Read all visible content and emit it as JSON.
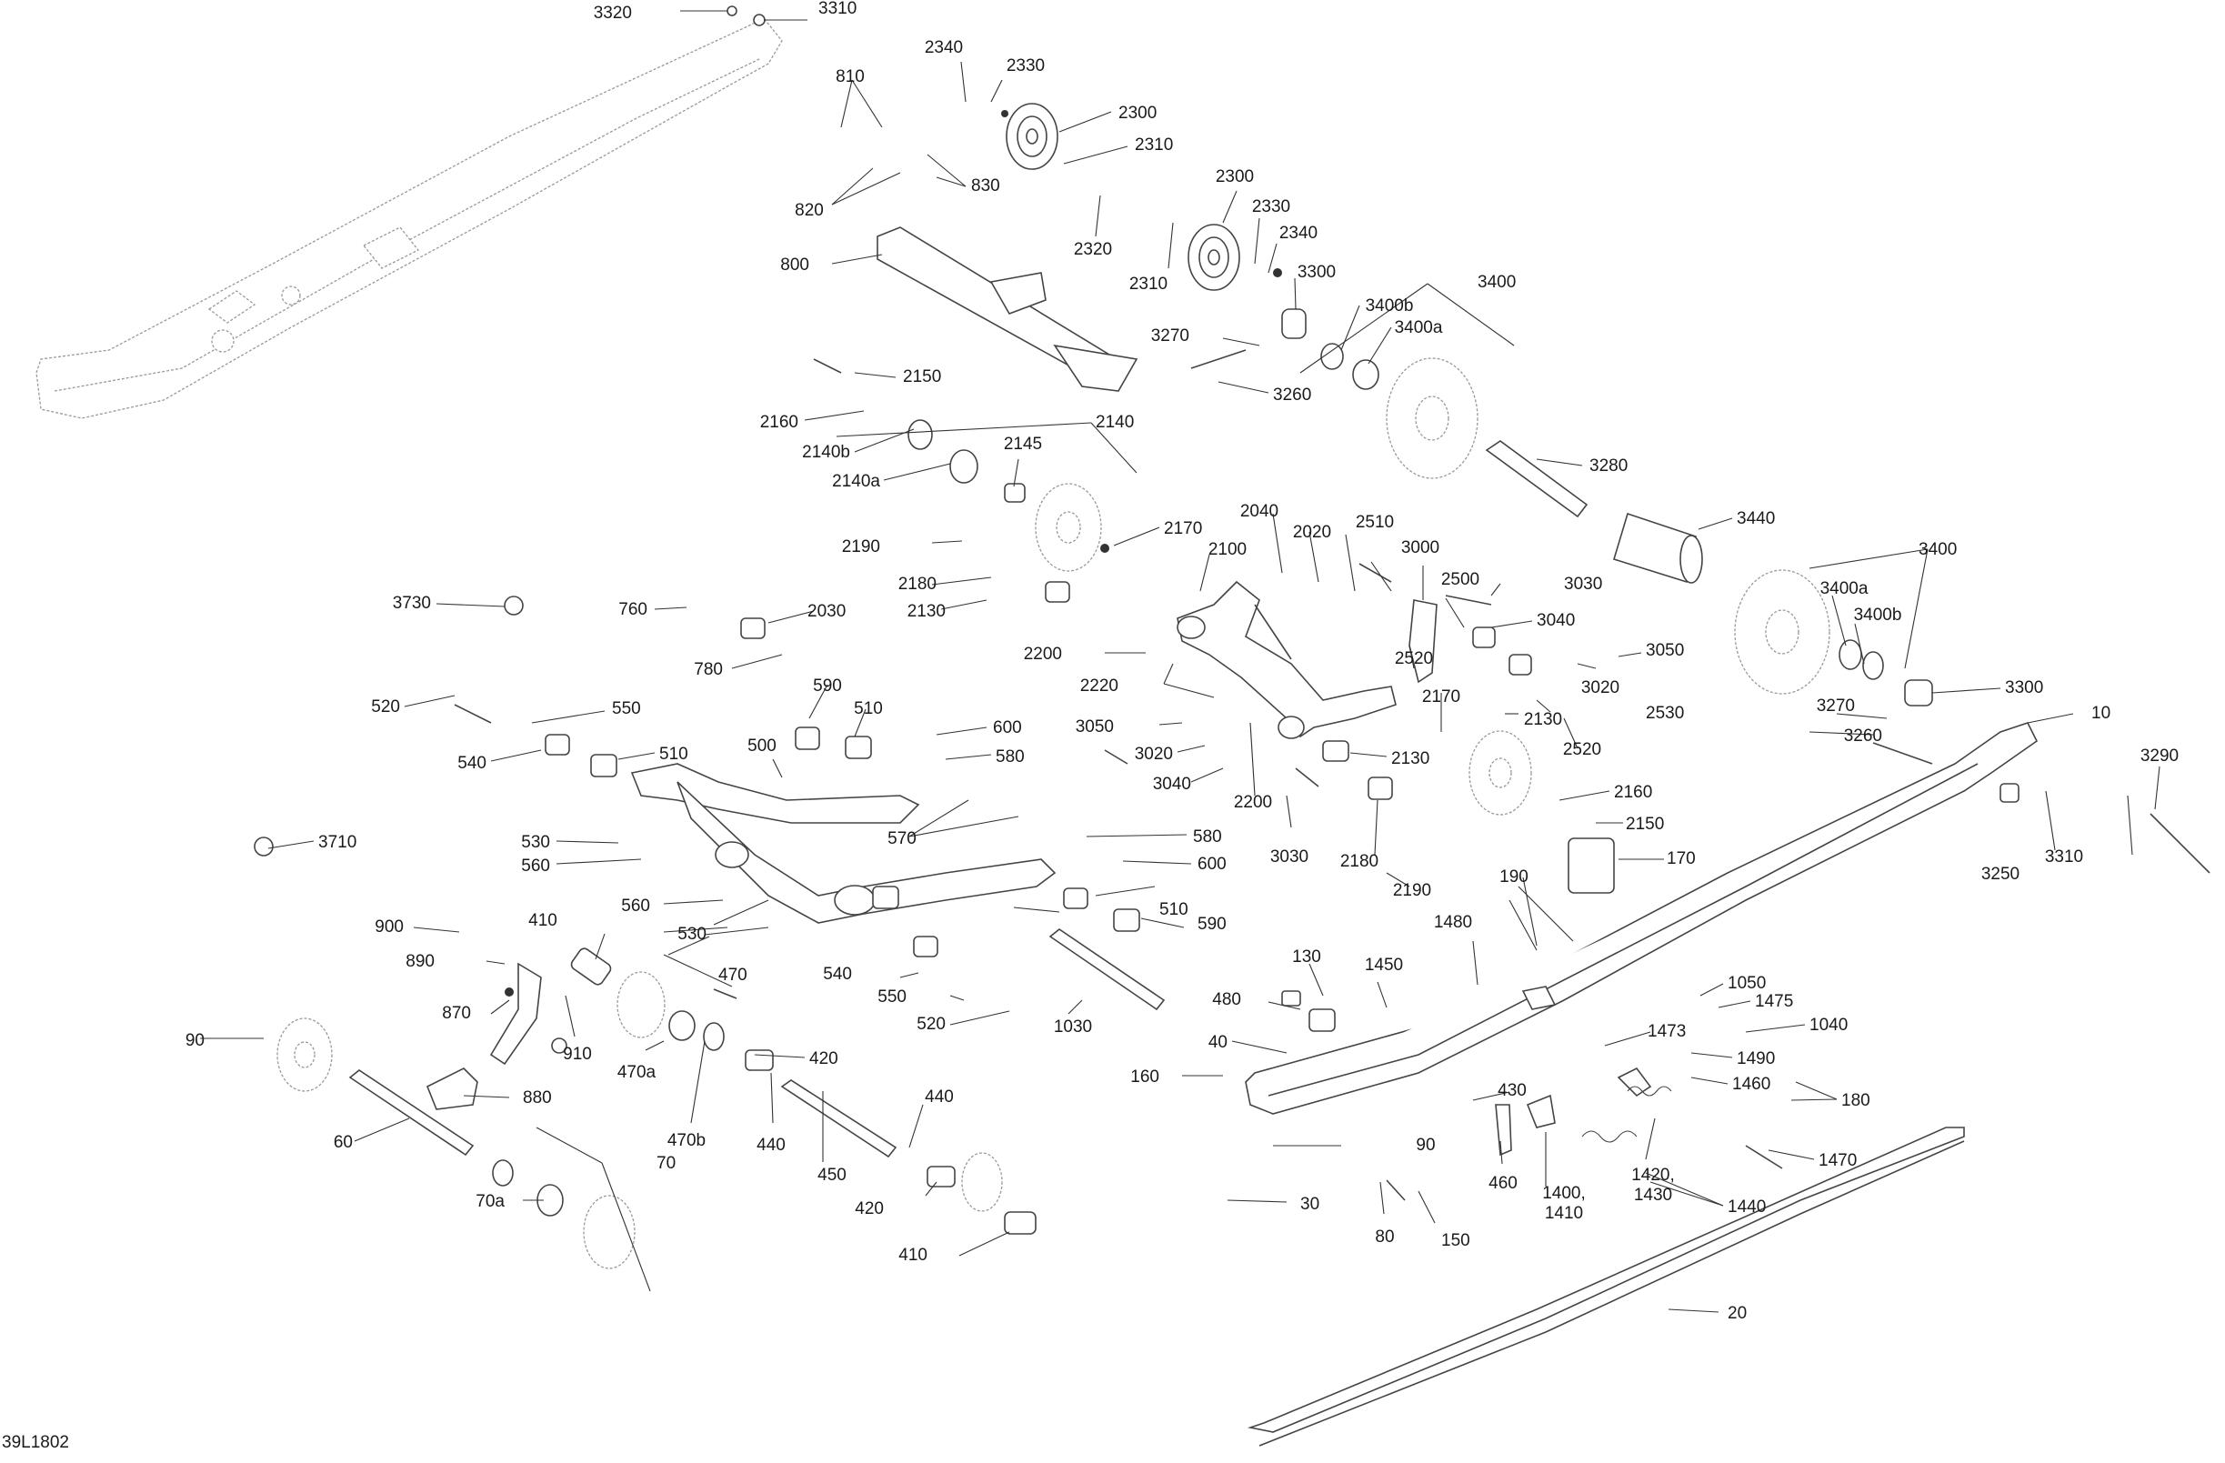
{
  "diagram_code": "39L1802",
  "callouts": [
    {
      "id": "c3320",
      "text": "3320"
    },
    {
      "id": "c3310a",
      "text": "3310"
    },
    {
      "id": "c810",
      "text": "810"
    },
    {
      "id": "c820",
      "text": "820"
    },
    {
      "id": "c830",
      "text": "830"
    },
    {
      "id": "c2340a",
      "text": "2340"
    },
    {
      "id": "c2330a",
      "text": "2330"
    },
    {
      "id": "c2300a",
      "text": "2300"
    },
    {
      "id": "c2310a",
      "text": "2310"
    },
    {
      "id": "c2320",
      "text": "2320"
    },
    {
      "id": "c2310b",
      "text": "2310"
    },
    {
      "id": "c2300b",
      "text": "2300"
    },
    {
      "id": "c2330b",
      "text": "2330"
    },
    {
      "id": "c2340b",
      "text": "2340"
    },
    {
      "id": "c3300a",
      "text": "3300"
    },
    {
      "id": "c3400a",
      "text": "3400"
    },
    {
      "id": "c3400b_a",
      "text": "3400b"
    },
    {
      "id": "c3400a_a",
      "text": "3400a"
    },
    {
      "id": "c800",
      "text": "800"
    },
    {
      "id": "c3270a",
      "text": "3270"
    },
    {
      "id": "c3260a",
      "text": "3260"
    },
    {
      "id": "c2150a",
      "text": "2150"
    },
    {
      "id": "c2160a",
      "text": "2160"
    },
    {
      "id": "c2140",
      "text": "2140"
    },
    {
      "id": "c2140b",
      "text": "2140b"
    },
    {
      "id": "c2145",
      "text": "2145"
    },
    {
      "id": "c2140a",
      "text": "2140a"
    },
    {
      "id": "c3280",
      "text": "3280"
    },
    {
      "id": "c3440",
      "text": "3440"
    },
    {
      "id": "c3400b2",
      "text": "3400"
    },
    {
      "id": "c2190a",
      "text": "2190"
    },
    {
      "id": "c2170a",
      "text": "2170"
    },
    {
      "id": "c2040",
      "text": "2040"
    },
    {
      "id": "c2020",
      "text": "2020"
    },
    {
      "id": "c2510",
      "text": "2510"
    },
    {
      "id": "c3000",
      "text": "3000"
    },
    {
      "id": "c2100",
      "text": "2100"
    },
    {
      "id": "c2180a",
      "text": "2180"
    },
    {
      "id": "c2500",
      "text": "2500"
    },
    {
      "id": "c3030a",
      "text": "3030"
    },
    {
      "id": "c3400a_b",
      "text": "3400a"
    },
    {
      "id": "c3400b_b",
      "text": "3400b"
    },
    {
      "id": "c3730",
      "text": "3730"
    },
    {
      "id": "c760",
      "text": "760"
    },
    {
      "id": "c2030",
      "text": "2030"
    },
    {
      "id": "c2130a",
      "text": "2130"
    },
    {
      "id": "c3040a",
      "text": "3040"
    },
    {
      "id": "c2520a",
      "text": "2520"
    },
    {
      "id": "c3050a",
      "text": "3050"
    },
    {
      "id": "c3020a",
      "text": "3020"
    },
    {
      "id": "c780",
      "text": "780"
    },
    {
      "id": "c2200a",
      "text": "2200"
    },
    {
      "id": "c2220",
      "text": "2220"
    },
    {
      "id": "c2530",
      "text": "2530"
    },
    {
      "id": "c3300b",
      "text": "3300"
    },
    {
      "id": "c520a",
      "text": "520"
    },
    {
      "id": "c550a",
      "text": "550"
    },
    {
      "id": "c590a",
      "text": "590"
    },
    {
      "id": "c510a",
      "text": "510"
    },
    {
      "id": "c2170b",
      "text": "2170"
    },
    {
      "id": "c2130b",
      "text": "2130"
    },
    {
      "id": "c10",
      "text": "10"
    },
    {
      "id": "c3270b",
      "text": "3270"
    },
    {
      "id": "c3290",
      "text": "3290"
    },
    {
      "id": "c540a",
      "text": "540"
    },
    {
      "id": "c510b",
      "text": "510"
    },
    {
      "id": "c500",
      "text": "500"
    },
    {
      "id": "c600a",
      "text": "600"
    },
    {
      "id": "c3050b",
      "text": "3050"
    },
    {
      "id": "c2520b",
      "text": "2520"
    },
    {
      "id": "c3260b",
      "text": "3260"
    },
    {
      "id": "c580a",
      "text": "580"
    },
    {
      "id": "c3020b",
      "text": "3020"
    },
    {
      "id": "c2130c",
      "text": "2130"
    },
    {
      "id": "c3040b",
      "text": "3040"
    },
    {
      "id": "c2200b",
      "text": "2200"
    },
    {
      "id": "c2160b",
      "text": "2160"
    },
    {
      "id": "c3710",
      "text": "3710"
    },
    {
      "id": "c530a",
      "text": "530"
    },
    {
      "id": "c570",
      "text": "570"
    },
    {
      "id": "c580b",
      "text": "580"
    },
    {
      "id": "c2150b",
      "text": "2150"
    },
    {
      "id": "c3310b",
      "text": "3310"
    },
    {
      "id": "c560a",
      "text": "560"
    },
    {
      "id": "c600b",
      "text": "600"
    },
    {
      "id": "c3030b",
      "text": "3030"
    },
    {
      "id": "c2180b",
      "text": "2180"
    },
    {
      "id": "c170",
      "text": "170"
    },
    {
      "id": "c3250",
      "text": "3250"
    },
    {
      "id": "c2190b",
      "text": "2190"
    },
    {
      "id": "c510c",
      "text": "510"
    },
    {
      "id": "c560b",
      "text": "560"
    },
    {
      "id": "c190",
      "text": "190"
    },
    {
      "id": "c900",
      "text": "900"
    },
    {
      "id": "c410a",
      "text": "410"
    },
    {
      "id": "c530b",
      "text": "530"
    },
    {
      "id": "c590b",
      "text": "590"
    },
    {
      "id": "c890",
      "text": "890"
    },
    {
      "id": "c470",
      "text": "470"
    },
    {
      "id": "c1480",
      "text": "1480"
    },
    {
      "id": "c130",
      "text": "130"
    },
    {
      "id": "c1450",
      "text": "1450"
    },
    {
      "id": "c540b",
      "text": "540"
    },
    {
      "id": "c870",
      "text": "870"
    },
    {
      "id": "c550b",
      "text": "550"
    },
    {
      "id": "c1050",
      "text": "1050"
    },
    {
      "id": "c480",
      "text": "480"
    },
    {
      "id": "c1475",
      "text": "1475"
    },
    {
      "id": "c520b",
      "text": "520"
    },
    {
      "id": "c910",
      "text": "910"
    },
    {
      "id": "c1030",
      "text": "1030"
    },
    {
      "id": "c1040",
      "text": "1040"
    },
    {
      "id": "c90a",
      "text": "90"
    },
    {
      "id": "c40",
      "text": "40"
    },
    {
      "id": "c1473",
      "text": "1473"
    },
    {
      "id": "c470a",
      "text": "470a"
    },
    {
      "id": "c420a",
      "text": "420"
    },
    {
      "id": "c1490",
      "text": "1490"
    },
    {
      "id": "c160",
      "text": "160"
    },
    {
      "id": "c1460",
      "text": "1460"
    },
    {
      "id": "c880",
      "text": "880"
    },
    {
      "id": "c430",
      "text": "430"
    },
    {
      "id": "c180",
      "text": "180"
    },
    {
      "id": "c440a",
      "text": "440"
    },
    {
      "id": "c470b",
      "text": "470b"
    },
    {
      "id": "c60",
      "text": "60"
    },
    {
      "id": "c440b",
      "text": "440"
    },
    {
      "id": "c90b",
      "text": "90"
    },
    {
      "id": "c70",
      "text": "70"
    },
    {
      "id": "c1470",
      "text": "1470"
    },
    {
      "id": "c1420",
      "text": "1420,"
    },
    {
      "id": "c1430",
      "text": "1430"
    },
    {
      "id": "c450",
      "text": "450"
    },
    {
      "id": "c460",
      "text": "460"
    },
    {
      "id": "c420b",
      "text": "420"
    },
    {
      "id": "c1400",
      "text": "1400,"
    },
    {
      "id": "c1410",
      "text": "1410"
    },
    {
      "id": "c1440",
      "text": "1440"
    },
    {
      "id": "c70a",
      "text": "70a"
    },
    {
      "id": "c30",
      "text": "30"
    },
    {
      "id": "c80",
      "text": "80"
    },
    {
      "id": "c150",
      "text": "150"
    },
    {
      "id": "c410b",
      "text": "410"
    },
    {
      "id": "c20",
      "text": "20"
    }
  ]
}
